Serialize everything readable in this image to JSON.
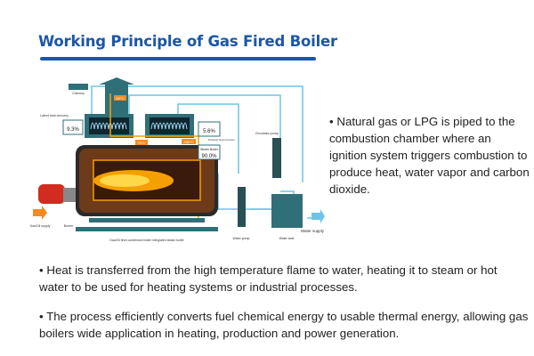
{
  "title": "Working Principle of Gas Fired Boiler",
  "diagram": {
    "chimney": "Chimney",
    "latent_heat_recovery": "Latent heat recovery",
    "latent_value": "9.3%",
    "exhaust_heat_recovery": "Exhaust heat recovery",
    "exhaust_value": "5.6%",
    "steam_boiler": "Steam Boiler",
    "boiler_value": "90.0%",
    "temp_1": "60°C",
    "temp_2": "70°C",
    "temp_3": "260°C",
    "circulation_pump": "Circulation pump",
    "gas_oil_supply": "Gas/Oil supply",
    "burner": "Burner",
    "boiler_caption": "Gas/Oil fired condensed boiler integrated steam boiler",
    "water_pump": "Water pump",
    "water_tank": "Water tank",
    "water_supply": "Water supply"
  },
  "bullets": [
    "• Natural gas or LPG is piped to the combustion chamber where an ignition system triggers combustion to produce heat, water vapor and carbon dioxide.",
    "• Heat is transferred from the high temperature flame to water, heating it to steam or hot water to be used for heating systems or industrial processes.",
    "• The process efficiently converts fuel chemical energy to usable thermal energy, allowing gas boilers wide application in heating, production and power generation."
  ],
  "colors": {
    "title": "#1b57a8",
    "pipe": "#6ec3e8",
    "machine": "#2f6f78",
    "flame": "#f5a000"
  }
}
